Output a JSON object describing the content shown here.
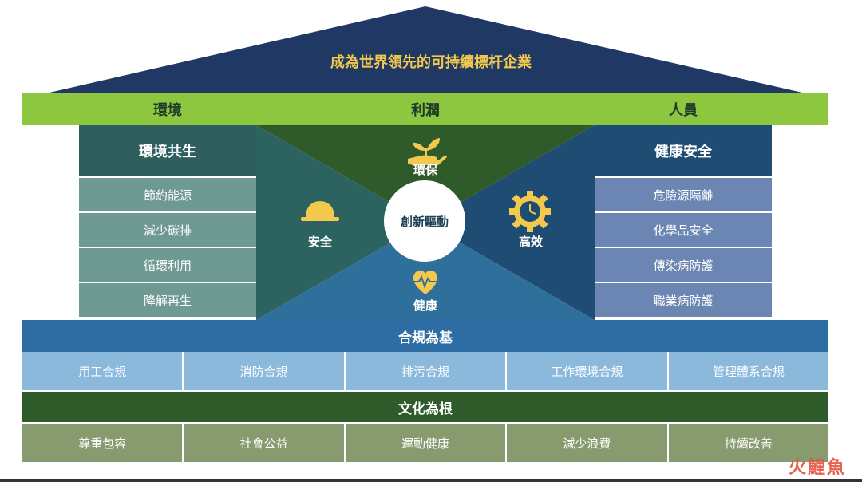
{
  "roof": {
    "title": "成為世界領先的可持續標杆企業"
  },
  "pillars": [
    "環境",
    "利潤",
    "人員"
  ],
  "left_column": {
    "heading": "環境共生",
    "items": [
      "節約能源",
      "減少碳排",
      "循環利用",
      "降解再生"
    ]
  },
  "right_column": {
    "heading": "健康安全",
    "items": [
      "危險源隔離",
      "化學品安全",
      "傳染病防護",
      "職業病防護"
    ]
  },
  "center": {
    "hub": "創新驅動",
    "top": "環保",
    "left": "安全",
    "right": "高效",
    "bottom": "健康",
    "icons": {
      "top": "hand-plant-icon",
      "left": "hard-hat-icon",
      "right": "gear-clock-icon",
      "bottom": "heart-pulse-icon"
    }
  },
  "compliance": {
    "heading": "合規為基",
    "items": [
      "用工合規",
      "消防合規",
      "排污合規",
      "工作環境合規",
      "管理體系合規"
    ]
  },
  "culture": {
    "heading": "文化為根",
    "items": [
      "尊重包容",
      "社會公益",
      "運動健康",
      "減少浪費",
      "持續改善"
    ]
  },
  "watermark": "火鯉魚",
  "colors": {
    "roof": "#1f3864",
    "roof_text": "#f2c94c",
    "pillar_bar": "#8dc63f",
    "left_head": "#2e5e5e",
    "left_item": "#6f9a94",
    "right_head": "#1f4c73",
    "right_item": "#6b86b3",
    "center_top": "#2f5a2a",
    "center_left": "#2c6361",
    "center_right": "#1f4c73",
    "center_bottom": "#2e6f9c",
    "icon": "#f2c94c",
    "compliance_head": "#2e6da4",
    "compliance_item": "#8ab9dc",
    "culture_head": "#2f5a2a",
    "culture_item": "#879b6f"
  }
}
